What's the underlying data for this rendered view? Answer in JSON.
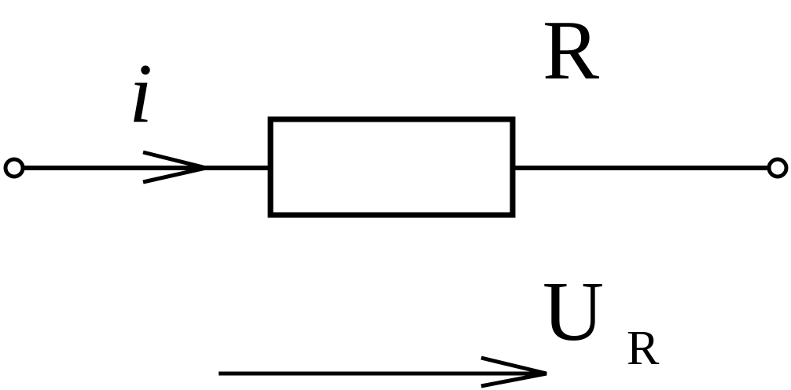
{
  "diagram": {
    "resistor_label": "R",
    "current_label": "i",
    "voltage_label": "U",
    "voltage_subscript": "R",
    "line_color": "#000000",
    "background": "#ffffff"
  }
}
